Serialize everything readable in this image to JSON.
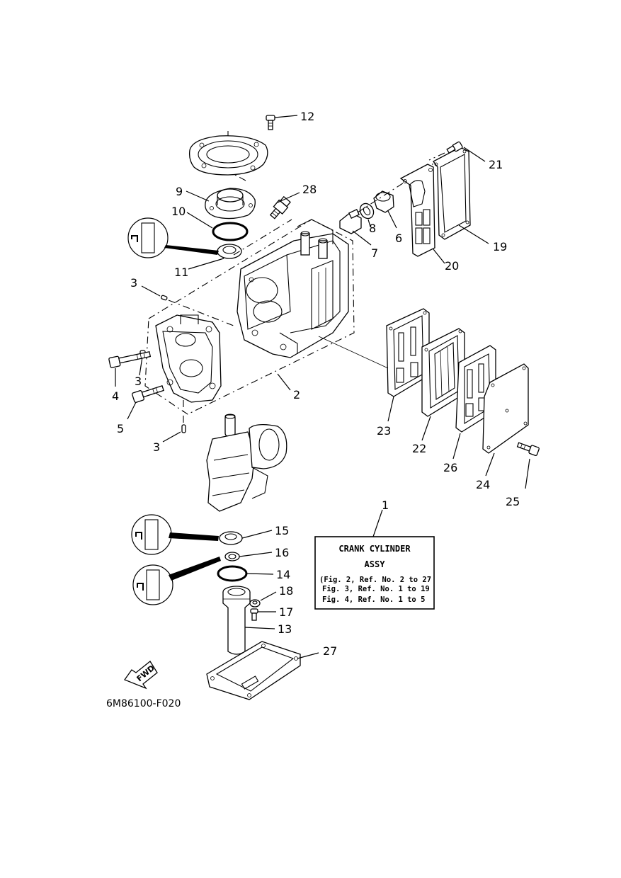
{
  "callouts": {
    "c1": "1",
    "c2": "2",
    "c3a": "3",
    "c3b": "3",
    "c3c": "3",
    "c4": "4",
    "c5": "5",
    "c6": "6",
    "c7": "7",
    "c8": "8",
    "c9": "9",
    "c10": "10",
    "c11": "11",
    "c12": "12",
    "c13": "13",
    "c14": "14",
    "c15": "15",
    "c16": "16",
    "c17": "17",
    "c18": "18",
    "c19": "19",
    "c20": "20",
    "c21": "21",
    "c22": "22",
    "c23": "23",
    "c24": "24",
    "c25": "25",
    "c26": "26",
    "c27": "27",
    "c28": "28"
  },
  "assy_box": {
    "line1": "CRANK CYLINDER",
    "line2": "ASSY",
    "line3": "(Fig. 2, Ref. No. 2 to 27",
    "line4": "Fig. 3, Ref. No. 1 to 19",
    "line5": "Fig. 4, Ref. No. 1 to 5"
  },
  "fwd_label": "FWD",
  "figure_code": "6M86100-F020"
}
